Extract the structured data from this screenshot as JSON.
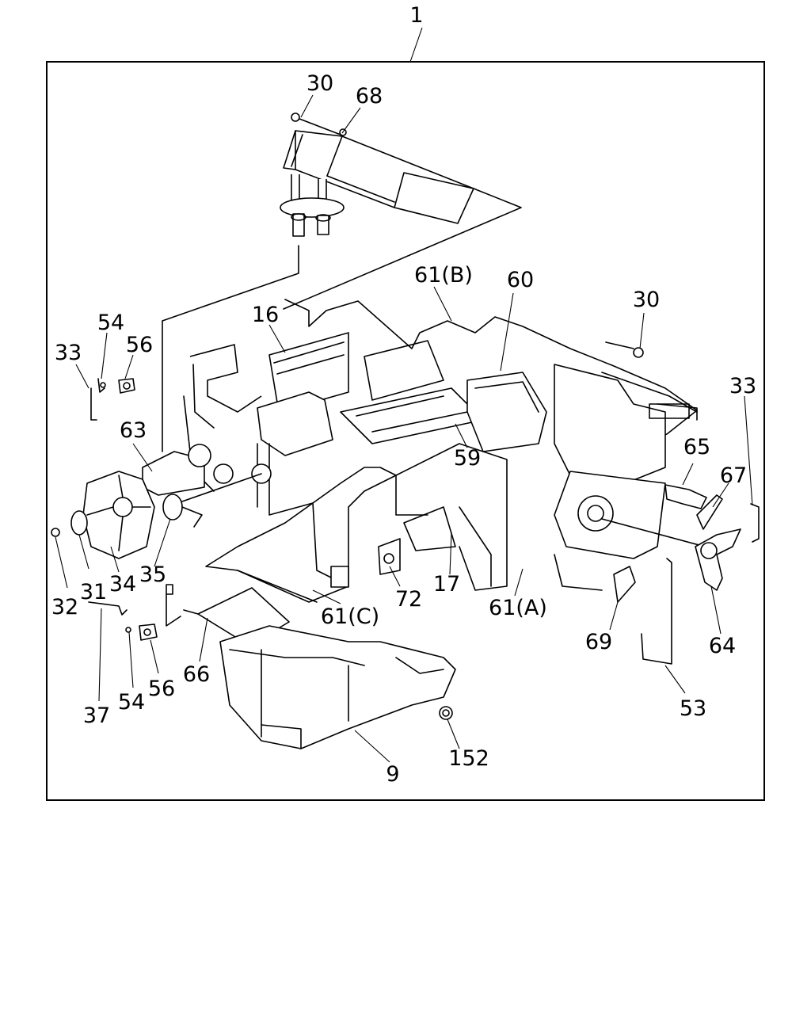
{
  "diagram": {
    "callouts": [
      {
        "id": "c1",
        "label": "1"
      },
      {
        "id": "c30a",
        "label": "30"
      },
      {
        "id": "c68",
        "label": "68"
      },
      {
        "id": "c61b",
        "label": "61(B)"
      },
      {
        "id": "c60",
        "label": "60"
      },
      {
        "id": "c30b",
        "label": "30"
      },
      {
        "id": "c16",
        "label": "16"
      },
      {
        "id": "c54a",
        "label": "54"
      },
      {
        "id": "c56a",
        "label": "56"
      },
      {
        "id": "c33a",
        "label": "33"
      },
      {
        "id": "c33b",
        "label": "33"
      },
      {
        "id": "c63",
        "label": "63"
      },
      {
        "id": "c65",
        "label": "65"
      },
      {
        "id": "c67",
        "label": "67"
      },
      {
        "id": "c59",
        "label": "59"
      },
      {
        "id": "c35",
        "label": "35"
      },
      {
        "id": "c32",
        "label": "32"
      },
      {
        "id": "c31",
        "label": "31"
      },
      {
        "id": "c34",
        "label": "34"
      },
      {
        "id": "c72",
        "label": "72"
      },
      {
        "id": "c17",
        "label": "17"
      },
      {
        "id": "c61a",
        "label": "61(A)"
      },
      {
        "id": "c61c",
        "label": "61(C)"
      },
      {
        "id": "c69",
        "label": "69"
      },
      {
        "id": "c64",
        "label": "64"
      },
      {
        "id": "c66",
        "label": "66"
      },
      {
        "id": "c56b",
        "label": "56"
      },
      {
        "id": "c37",
        "label": "37"
      },
      {
        "id": "c54b",
        "label": "54"
      },
      {
        "id": "c53",
        "label": "53"
      },
      {
        "id": "c152",
        "label": "152"
      },
      {
        "id": "c9",
        "label": "9"
      }
    ]
  }
}
